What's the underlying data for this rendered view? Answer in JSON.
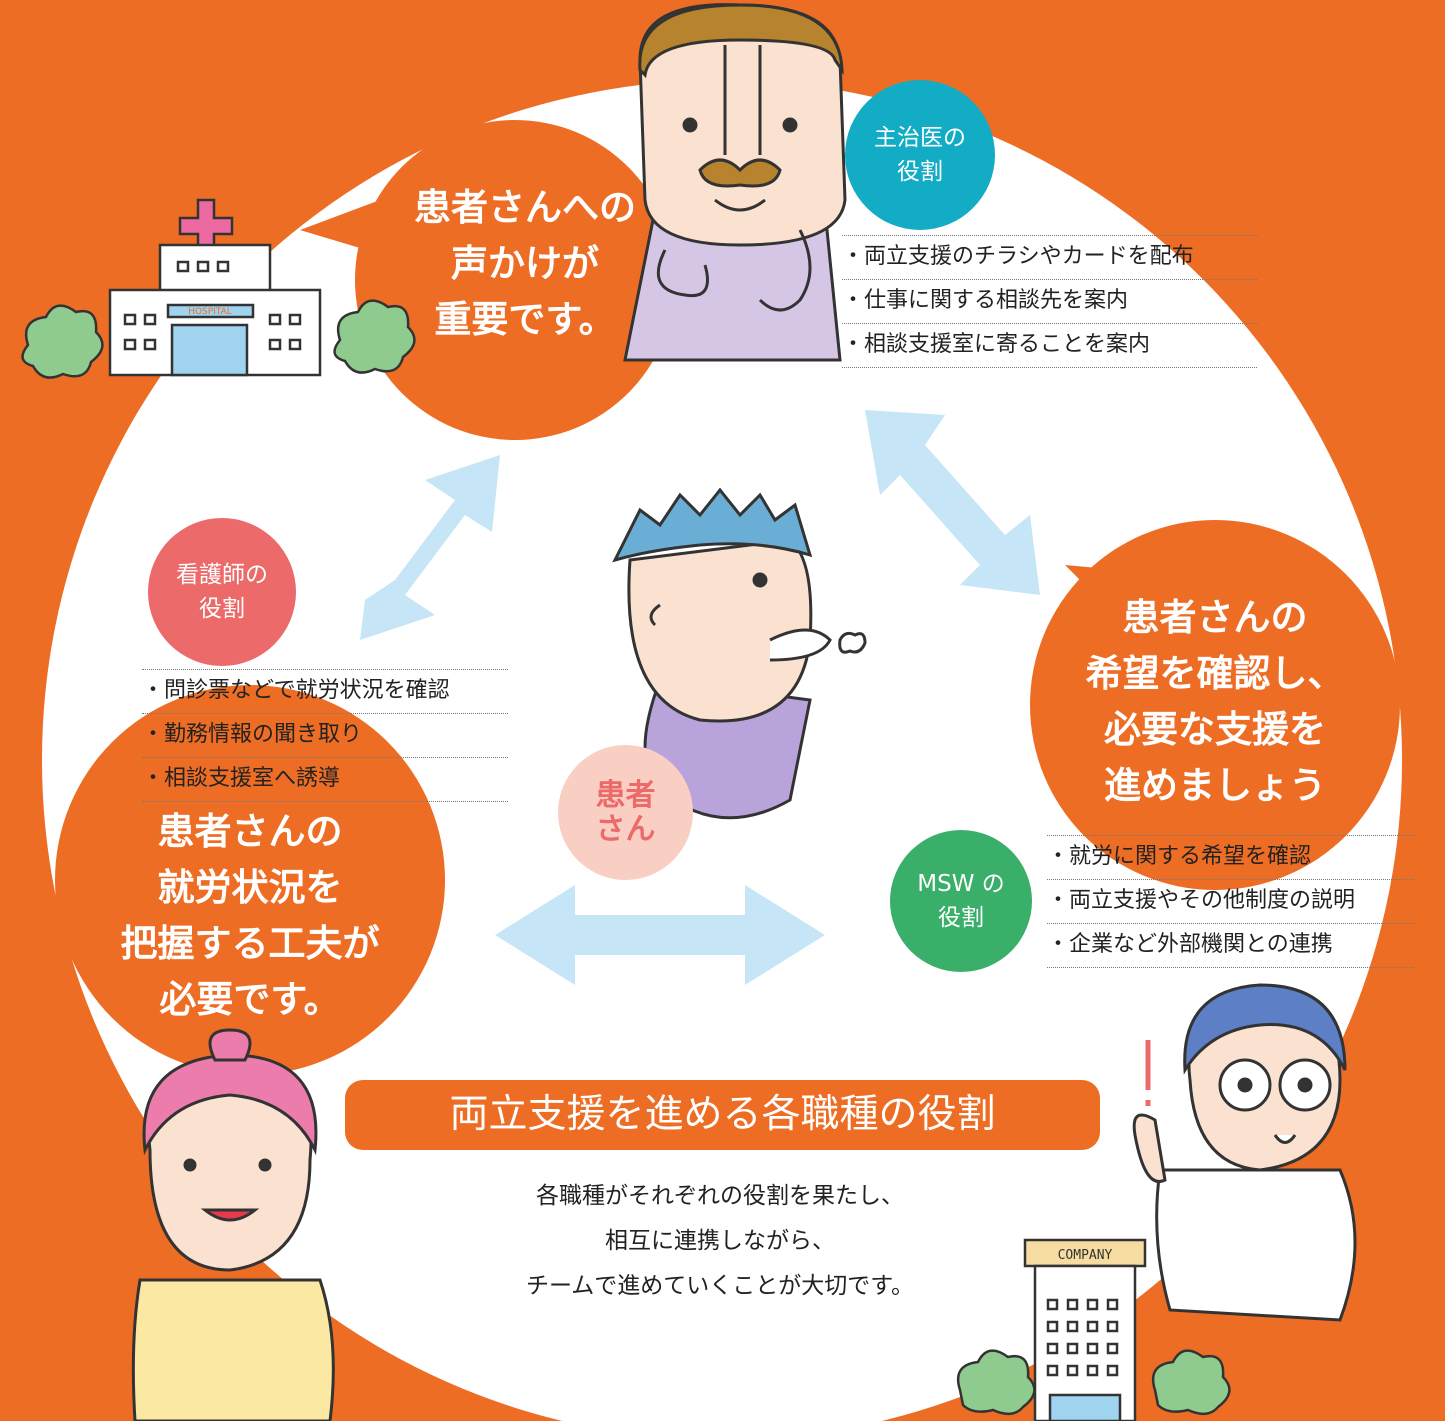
{
  "colors": {
    "background": "#ee6d24",
    "center_circle": "#ffffff",
    "bubble": "#ee6d24",
    "doctor_badge": "#12adc4",
    "nurse_badge": "#ec6a6a",
    "msw_badge": "#3aaf6a",
    "patient_badge": "#f9cfc3",
    "arrow": "#c6e6f7"
  },
  "doctor": {
    "badge": [
      "主治医の",
      "役割"
    ],
    "tasks": [
      "両立支援のチラシやカードを配布",
      "仕事に関する相談先を案内",
      "相談支援室に寄ることを案内"
    ],
    "bubble": [
      "患者さんへの",
      "声かけが",
      "重要です。"
    ]
  },
  "nurse": {
    "badge": [
      "看護師の",
      "役割"
    ],
    "tasks": [
      "問診票などで就労状況を確認",
      "勤務情報の聞き取り",
      "相談支援室へ誘導"
    ],
    "bubble": [
      "患者さんの",
      "就労状況を",
      "把握する工夫が",
      "必要です。"
    ]
  },
  "msw": {
    "badge": [
      "MSW の",
      "役割"
    ],
    "tasks": [
      "就労に関する希望を確認",
      "両立支援やその他制度の説明",
      "企業など外部機関との連携"
    ],
    "bubble": [
      "患者さんの",
      "希望を確認し、",
      "必要な支援を",
      "進めましょう"
    ]
  },
  "patient": {
    "badge": [
      "患者",
      "さん"
    ]
  },
  "illustrations": {
    "hospital_sign": "HOSPITAL",
    "company_sign": "COMPANY",
    "icons": [
      "hospital-icon",
      "company-icon",
      "doctor-icon",
      "nurse-icon",
      "msw-icon",
      "patient-icon",
      "bush-icon",
      "double-arrow-icon"
    ]
  },
  "title": "両立支援を進める各職種の役割",
  "description": [
    "各職種がそれぞれの役割を果たし、",
    "相互に連携しながら、",
    "チームで進めていくことが大切です。"
  ]
}
